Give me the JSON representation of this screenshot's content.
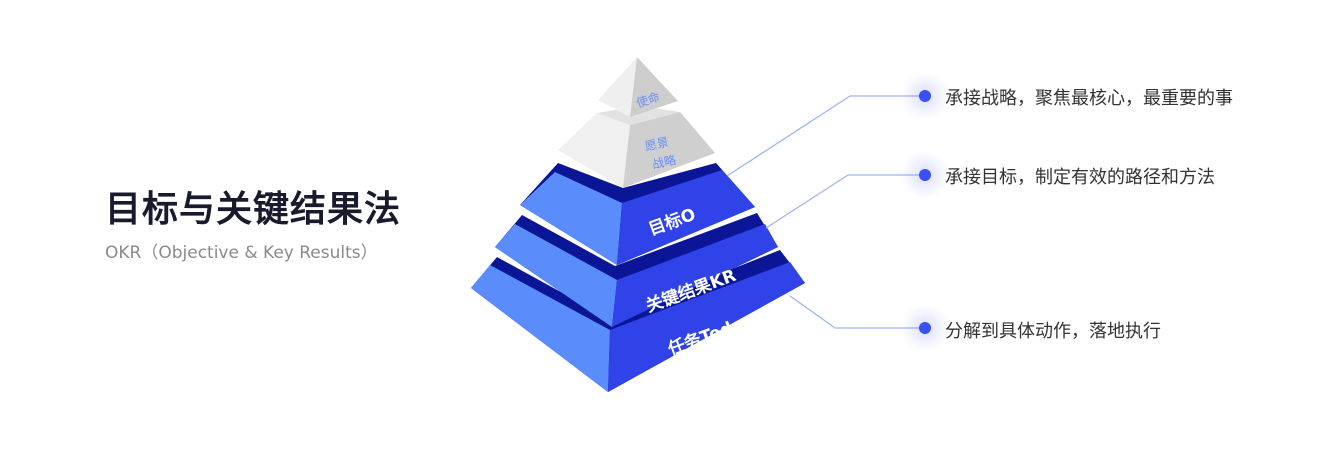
{
  "header": {
    "title": "目标与关键结果法",
    "subtitle": "OKR（Objective & Key Results）"
  },
  "pyramid": {
    "levels": [
      {
        "label": "使命"
      },
      {
        "label_line1": "愿景",
        "label_line2": "战略"
      },
      {
        "label": "目标O"
      },
      {
        "label": "关键结果KR"
      },
      {
        "label": "任务Todo"
      }
    ]
  },
  "descriptions": [
    {
      "text": "承接战略，聚焦最核心，最重要的事"
    },
    {
      "text": "承接目标，制定有效的路径和方法"
    },
    {
      "text": "分解到具体动作，落地执行"
    }
  ],
  "colors": {
    "light_blue": "#5b8cfb",
    "blue": "#2f43e8",
    "dark_blue": "#0a1696",
    "dot": "#3a4ff5",
    "line": "#9fb3fb"
  }
}
